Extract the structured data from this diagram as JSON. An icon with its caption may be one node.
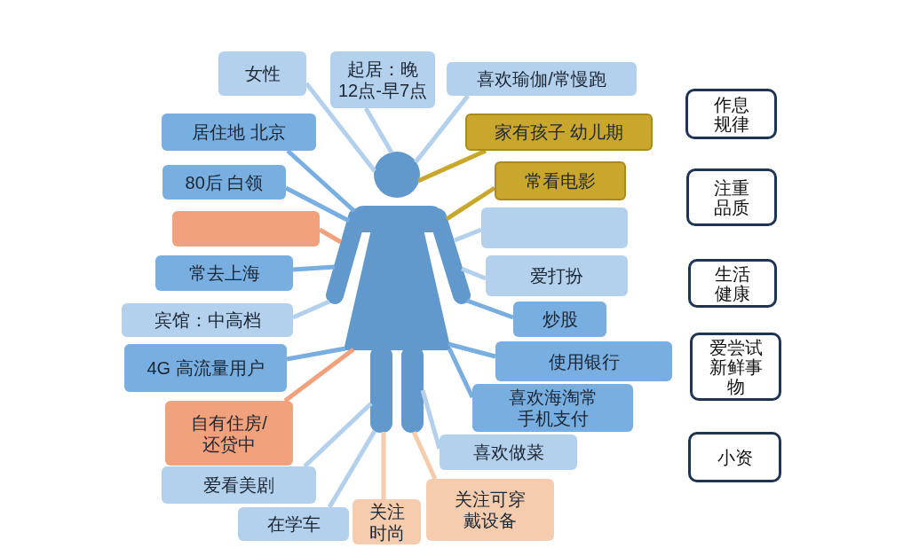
{
  "diagram": {
    "nodes": [
      {
        "text": [
          "女性"
        ]
      },
      {
        "text": [
          "起居：晚12点-早7点"
        ]
      },
      {
        "text": [
          "喜欢瑜伽/常慢跑"
        ]
      },
      {
        "text": [
          "居住地 北京"
        ]
      },
      {
        "text": [
          "家有孩子 幼儿期"
        ]
      },
      {
        "text": [
          "80后 白领"
        ]
      },
      {
        "text": [
          "常看电影"
        ]
      },
      {
        "text": [],
        "shape": "box"
      },
      {
        "text": [],
        "shape": "box"
      },
      {
        "text": [
          "常去上海"
        ]
      },
      {
        "text": [
          "爱打扮"
        ]
      },
      {
        "text": [
          "宾馆：中高档"
        ]
      },
      {
        "text": [
          "炒股"
        ]
      },
      {
        "text": [
          "4G 高流量用户"
        ]
      },
      {
        "text": [
          "使用银行"
        ]
      },
      {
        "text": [
          "自有住房/还贷中"
        ]
      },
      {
        "text": [
          "喜欢海淘常手机支付"
        ]
      },
      {
        "text": [
          "喜欢做菜"
        ]
      },
      {
        "text": [
          "爱看美剧"
        ]
      },
      {
        "text": [
          "在学车"
        ]
      },
      {
        "text": [
          "关注时尚"
        ]
      },
      {
        "text": [
          "关注可穿戴设备"
        ]
      },
      {
        "text": [],
        "shape": "person"
      },
      {
        "text": [
          "作息规律"
        ]
      },
      {
        "text": [
          "注重品质"
        ]
      },
      {
        "text": [
          "生活健康"
        ]
      },
      {
        "text": [
          "爱尝试新鲜事物"
        ]
      },
      {
        "text": [
          "小资"
        ]
      }
    ],
    "edges": [
      {
        "from": 0,
        "to": 22,
        "arrow": "none"
      },
      {
        "from": 1,
        "to": 22,
        "arrow": "none"
      },
      {
        "from": 2,
        "to": 22,
        "arrow": "none"
      },
      {
        "from": 3,
        "to": 22,
        "arrow": "none"
      },
      {
        "from": 4,
        "to": 22,
        "arrow": "none",
        "color": "#c9a72c"
      },
      {
        "from": 5,
        "to": 22,
        "arrow": "none"
      },
      {
        "from": 6,
        "to": 22,
        "arrow": "none",
        "color": "#c9a72c"
      },
      {
        "from": 7,
        "to": 22,
        "arrow": "none",
        "color": "#f2a17d"
      },
      {
        "from": 8,
        "to": 22,
        "arrow": "none"
      },
      {
        "from": 9,
        "to": 22,
        "arrow": "none"
      },
      {
        "from": 10,
        "to": 22,
        "arrow": "none"
      },
      {
        "from": 11,
        "to": 22,
        "arrow": "none"
      },
      {
        "from": 12,
        "to": 22,
        "arrow": "none"
      },
      {
        "from": 13,
        "to": 22,
        "arrow": "none"
      },
      {
        "from": 14,
        "to": 22,
        "arrow": "none"
      },
      {
        "from": 15,
        "to": 22,
        "arrow": "none",
        "color": "#f2a17d"
      },
      {
        "from": 16,
        "to": 22,
        "arrow": "none"
      },
      {
        "from": 17,
        "to": 22,
        "arrow": "none"
      },
      {
        "from": 18,
        "to": 22,
        "arrow": "none"
      },
      {
        "from": 19,
        "to": 22,
        "arrow": "none"
      },
      {
        "from": 20,
        "to": 22,
        "arrow": "none",
        "color": "#f5cdae"
      },
      {
        "from": 21,
        "to": 22,
        "arrow": "none",
        "color": "#f5cdae"
      }
    ]
  }
}
